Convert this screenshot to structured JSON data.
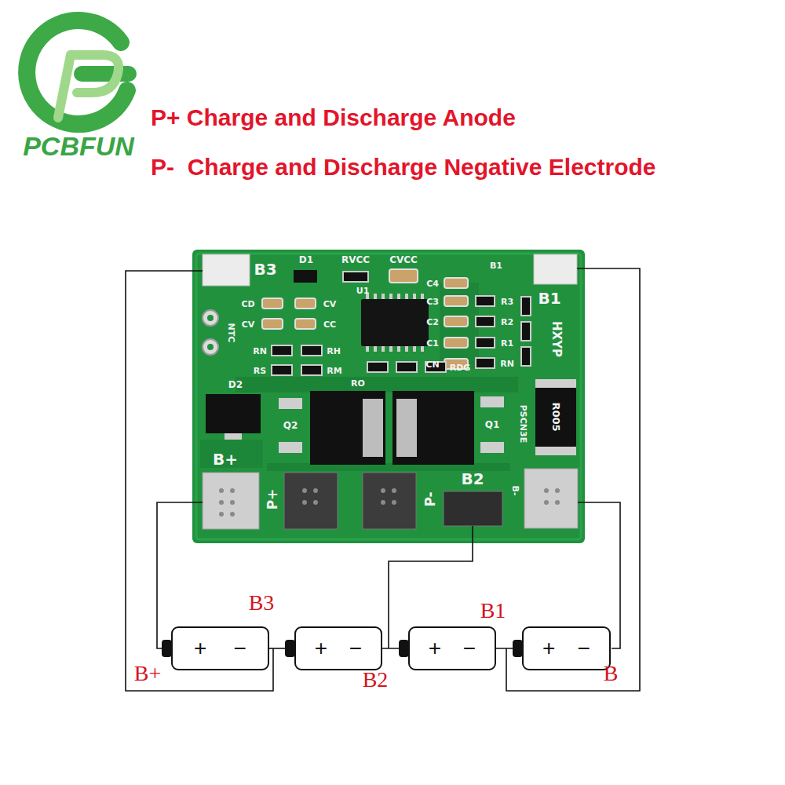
{
  "diagram": {
    "nodes": [
      {
        "text": [
          "+",
          "−"
        ]
      },
      {
        "text": [
          "+",
          "−"
        ]
      },
      {
        "text": [
          "+",
          "−"
        ]
      },
      {
        "text": [
          "+",
          "−"
        ]
      }
    ],
    "edges": [
      {
        "from": 0,
        "to": 1,
        "arrow": "none"
      },
      {
        "from": 1,
        "to": 2,
        "arrow": "none"
      },
      {
        "from": 2,
        "to": 3,
        "arrow": "none"
      }
    ],
    "labels": [
      "PCBFUN",
      "P+ Charge and Discharge Anode",
      "P-  Charge and Discharge Negative Electrode",
      "B3",
      "D1",
      "RVCC",
      "CVCC",
      "B1",
      "B1",
      "C4",
      "C3",
      "C2",
      "C1",
      "CN",
      "R3",
      "R2",
      "R1",
      "RN",
      "HXYP",
      "U1",
      "CD",
      "CV",
      "CV",
      "CC",
      "NTC",
      "RN",
      "RH",
      "RS",
      "RM",
      "RO",
      "RDG",
      "D2",
      "Q2",
      "Q1",
      "PSCN3E",
      "R005",
      "B+",
      "P+",
      "P-",
      "B2",
      "B-",
      "B+",
      "B3",
      "B2",
      "B1",
      "B"
    ]
  }
}
